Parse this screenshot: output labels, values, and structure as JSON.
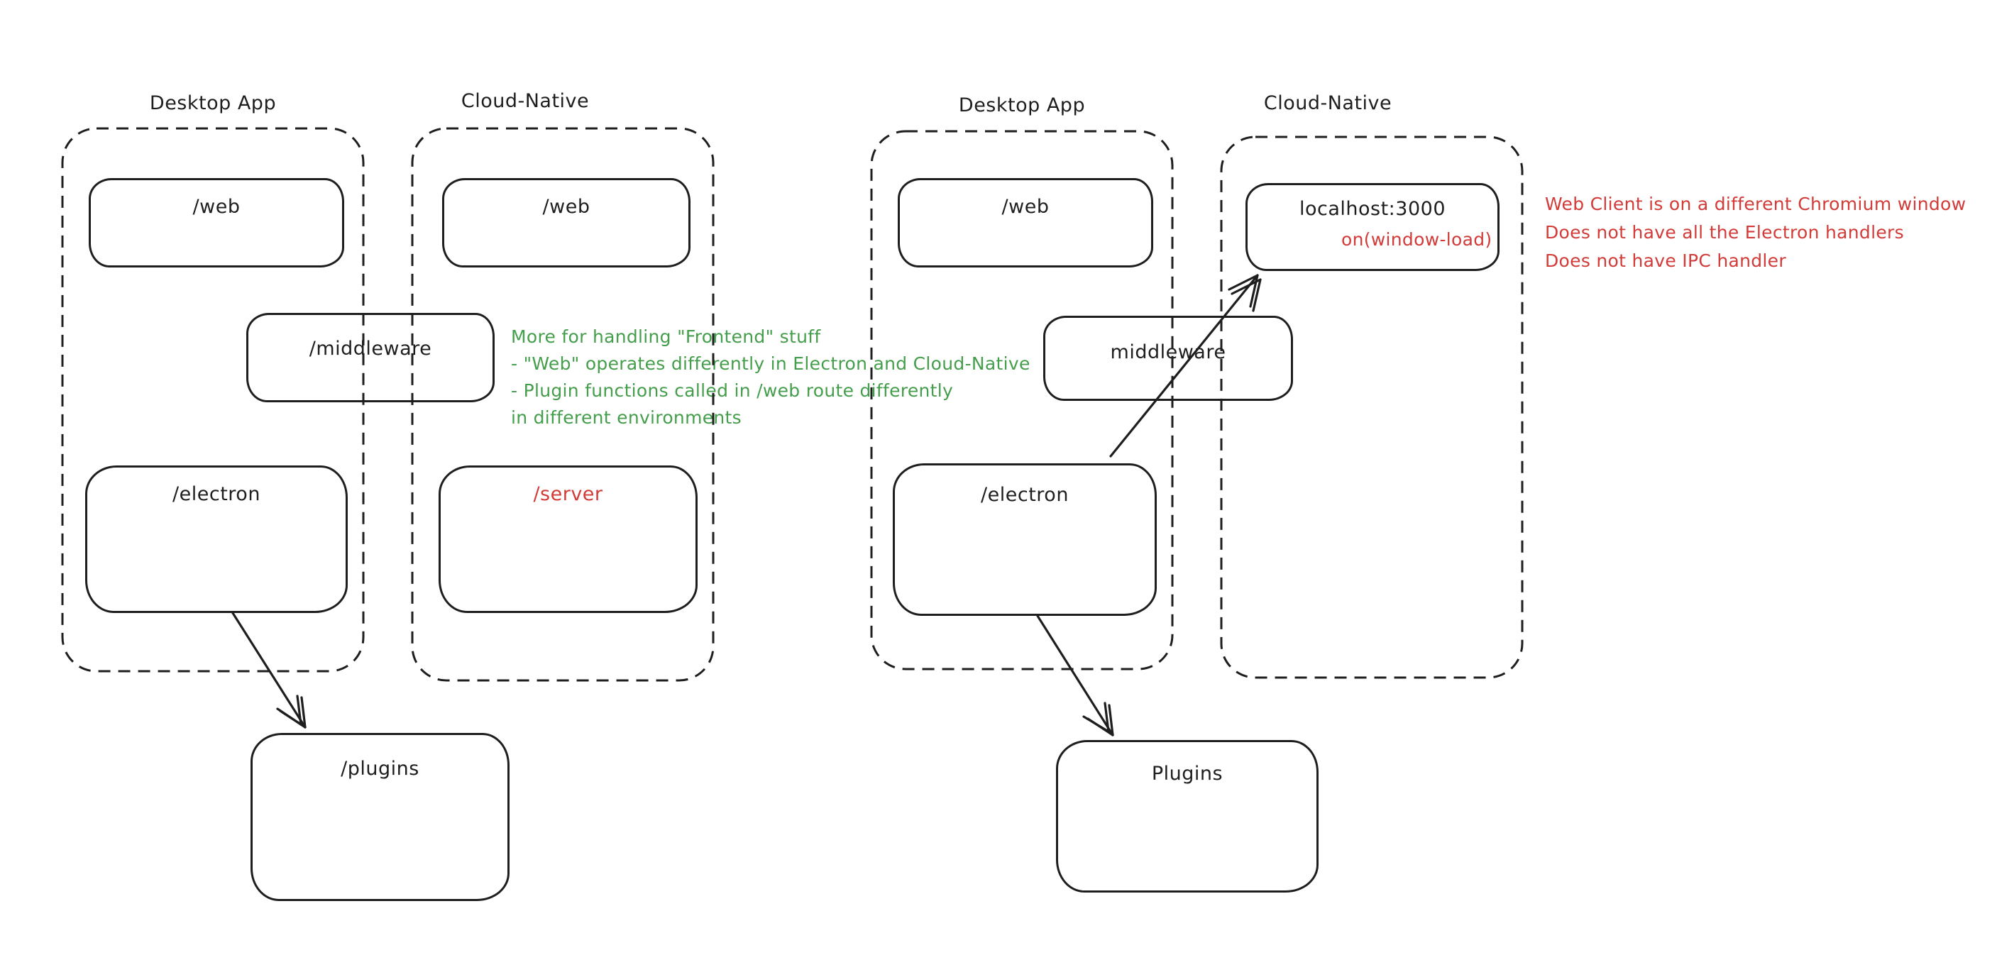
{
  "palette": {
    "stroke": "#1e1e1e",
    "green": "#449e4b",
    "red": "#d23b38",
    "background": "#ffffff"
  },
  "left": {
    "desktop": {
      "title": "Desktop App",
      "web": "/web",
      "electron": "/electron"
    },
    "cloud": {
      "title": "Cloud-Native",
      "web": "/web",
      "server": "/server"
    },
    "middleware": "/middleware",
    "plugins": "/plugins",
    "green_note": {
      "lines": [
        "More for handling \"Frontend\" stuff",
        "- \"Web\" operates differently in Electron and Cloud-Native",
        "- Plugin functions called in /web route differently",
        "in different environments"
      ]
    }
  },
  "right": {
    "desktop": {
      "title": "Desktop App",
      "web": "/web",
      "electron": "/electron"
    },
    "cloud": {
      "title": "Cloud-Native",
      "localhost": "localhost:3000",
      "window_load": "on(window-load)"
    },
    "middleware": "middleware",
    "plugins": "Plugins",
    "red_note": {
      "lines": [
        "Web Client is on a different Chromium window",
        "Does not have all the Electron handlers",
        "Does not have IPC handler"
      ]
    }
  }
}
